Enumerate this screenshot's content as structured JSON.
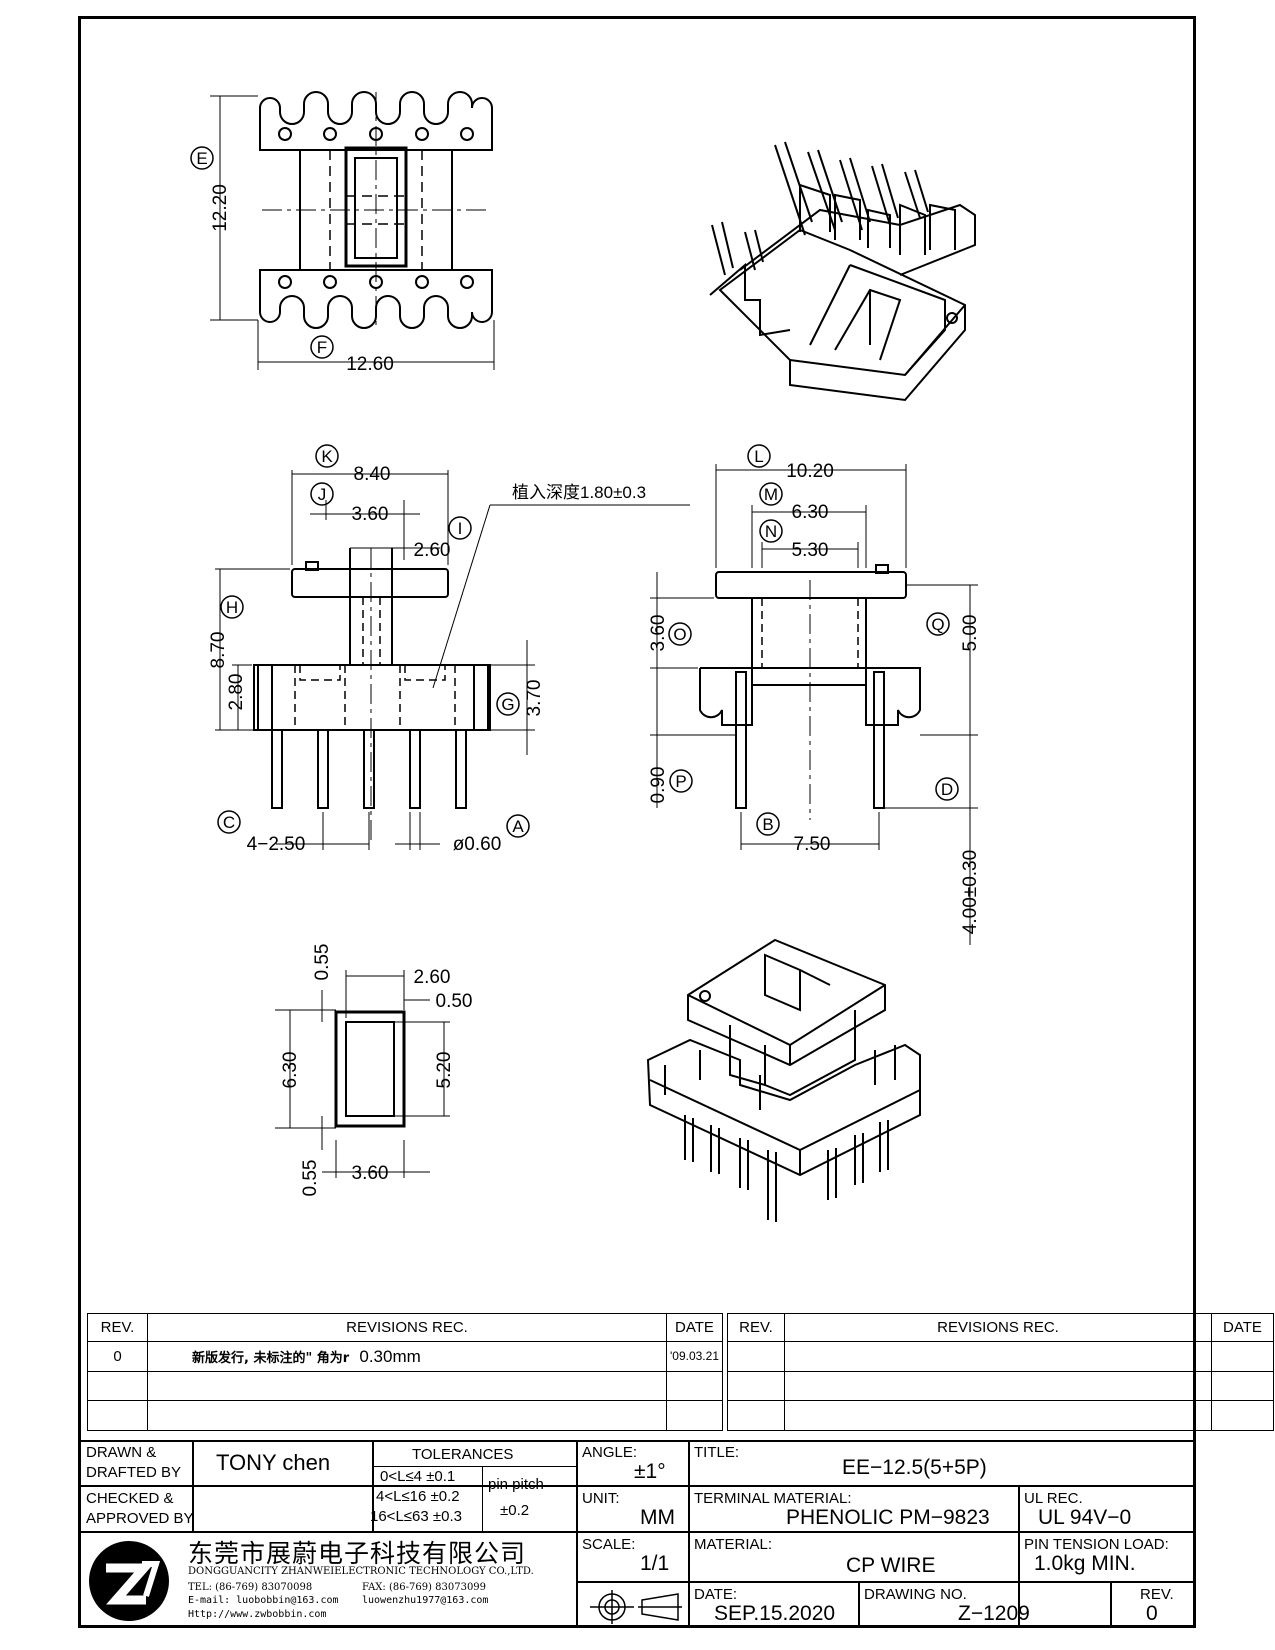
{
  "drawing": {
    "dims_top": {
      "e_label": "E",
      "e_value": "12.20",
      "f_label": "F",
      "f_value": "12.60"
    },
    "dims_front": {
      "k": "K",
      "k_val": "8.40",
      "j": "J",
      "j_val": "3.60",
      "i": "I",
      "i_val": "2.60",
      "h": "H",
      "h_val": "8.70",
      "h2_val": "2.80",
      "g": "G",
      "g_val": "3.70",
      "c": "C",
      "c_val": "4−2.50",
      "a": "A",
      "a_val": "ø0.60",
      "note": "植入深度1.80±0.3"
    },
    "dims_side": {
      "l": "L",
      "l_val": "10.20",
      "m": "M",
      "m_val": "6.30",
      "n": "N",
      "n_val": "5.30",
      "o": "O",
      "o_val": "3.60",
      "q": "Q",
      "q_val": "5.00",
      "p": "P",
      "p_val": "0.90",
      "d": "D",
      "d_val": "4.00±0.30",
      "b": "B",
      "b_val": "7.50"
    },
    "dims_bottom": {
      "v055_top": "0.55",
      "v260": "2.60",
      "v050": "0.50",
      "v630": "6.30",
      "v520": "5.20",
      "v055_bot": "0.55",
      "v360": "3.60"
    }
  },
  "revisions": {
    "header_rev": "REV.",
    "header_rec": "REVISIONS   REC.",
    "header_date": "DATE",
    "row1_rev": "0",
    "row1_rec_cn": "新版发行, 未标注的\" 角为r",
    "row1_rec_val": "0.30mm",
    "row1_date": "'09.03.21"
  },
  "title_block": {
    "drawn_label": "DRAWN &",
    "drafted_label": "DRAFTED BY",
    "drawn_value": "TONY  chen",
    "checked_label": "CHECKED &",
    "approved_label": "APPROVED BY",
    "tolerances_label": "TOLERANCES",
    "tol_rows": [
      "0<L≤4    ±0.1",
      "4<L≤16  ±0.2",
      "16<L≤63  ±0.3"
    ],
    "pin_pitch_label": "pin pitch",
    "pin_pitch_value": "±0.2",
    "angle_label": "ANGLE:",
    "angle_value": "±1°",
    "unit_label": "UNIT:",
    "unit_value": "MM",
    "scale_label": "SCALE:",
    "scale_value": "1/1",
    "title_label": "TITLE:",
    "title_value": "EE−12.5(5+5P)",
    "terminal_label": "TERMINAL MATERIAL:",
    "terminal_value": "PHENOLIC PM−9823",
    "ul_label": "UL REC.",
    "ul_value": "UL 94V−0",
    "material_label": "MATERIAL:",
    "material_value": "CP WIRE",
    "tension_label": "PIN TENSION LOAD:",
    "tension_value": "1.0kg  MIN.",
    "date_label": "DATE:",
    "date_value": "SEP.15.2020",
    "dwg_label": "DRAWING NO.",
    "dwg_value": "Z−1209",
    "rev_label": "REV.",
    "rev_value": "0"
  },
  "company": {
    "name_cn": "东莞市展蔚电子科技有限公司",
    "name_en": "DONGGUANCITY ZHANWEIELECTRONIC TECHNOLOGY CO.,LTD.",
    "tel": "TEL: (86-769) 83070098",
    "fax": "FAX: (86-769) 83073099",
    "email": "E-mail: luobobbin@163.com",
    "email2": "luowenzhu1977@163.com",
    "web": "Http://www.zwbobbin.com"
  }
}
